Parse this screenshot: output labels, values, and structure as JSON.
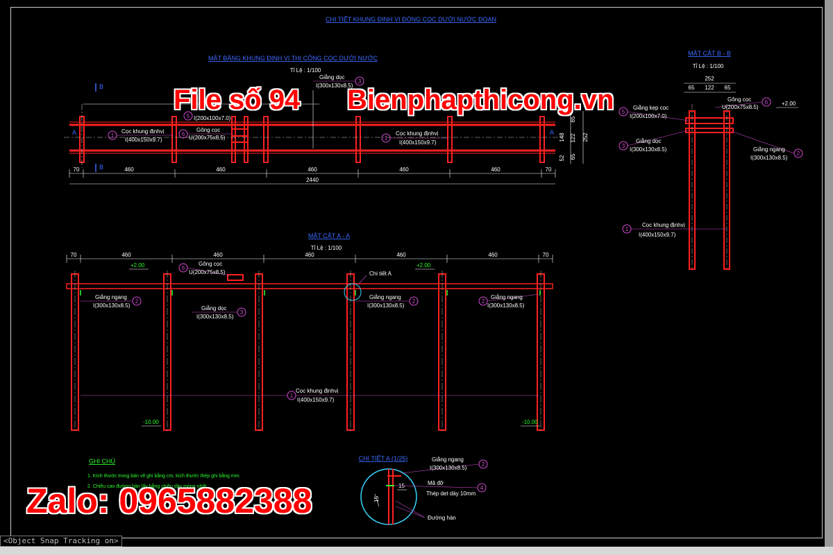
{
  "drawing": {
    "main_title": "CHI TIẾT KHUNG ĐỊNH VỊ ĐÓNG CỌC DƯỚI NƯỚC ĐOẠN",
    "plan": {
      "title": "MẶT BẰNG KHUNG ĐỊNH VỊ THI CÔNG CỌC DƯỚI NƯỚC",
      "scale": "Tỉ Lệ : 1/100",
      "dims": [
        "70",
        "460",
        "460",
        "460",
        "460",
        "460",
        "70"
      ],
      "total": "2440",
      "side_dims": [
        "65",
        "122",
        "65",
        "148",
        "252",
        "52"
      ],
      "labels": {
        "frame_name": "Cọc khung địnhvị",
        "frame_spec": "I(400x150x9.7)",
        "frame_name_2": "Cọc khung địnhvị",
        "frame_spec_2": "I(400x150x9.7)",
        "long_brace_name": "Giằng dọc",
        "long_brace_spec": "I(300x130x8.5)",
        "clamp_spec": "I(200x100x7.0)",
        "pile_brace_name": "Gông cọc",
        "pile_brace_spec": "U(200x75x8.5)"
      },
      "section_marks": {
        "a_left": "A",
        "a_right": "A",
        "b_top": "B",
        "b_bottom": "B"
      }
    },
    "section_bb": {
      "title": "MẶT CẮT B - B",
      "scale": "Tỉ Lệ : 1/100",
      "dims": [
        "252",
        "65",
        "122",
        "65"
      ],
      "elevation": "+2.00",
      "labels": {
        "clamp_name": "Giằng kẹp cọc",
        "clamp_spec": "I(200x100x7.0)",
        "long_brace_name": "Giằng dọc",
        "long_brace_spec": "I(300x130x8.5)",
        "pile_brace_name": "Gông cọc",
        "pile_brace_spec": "U(200x75x8.5)",
        "cross_brace_name": "Giằng ngang",
        "cross_brace_spec": "I(300x130x8.5)",
        "frame_name": "Cọc khung địnhvị",
        "frame_spec": "I(400x150x9.7)"
      }
    },
    "section_aa": {
      "title": "MẶT CẮT A - A",
      "scale": "Tỉ Lệ : 1/100",
      "dims": [
        "70",
        "460",
        "460",
        "460",
        "460",
        "460",
        "70"
      ],
      "elevations": {
        "top_left": "+2.00",
        "top_right": "+2.00",
        "bottom_left": "-10.00",
        "bottom_right": "-10.00"
      },
      "labels": {
        "pile_brace_name": "Gông cọc",
        "pile_brace_spec": "U(200x75x8.5)",
        "cross_brace_name_1": "Giằng ngang",
        "cross_brace_spec_1": "I(300x130x8.5)",
        "long_brace_name": "Giằng dọc",
        "long_brace_spec": "I(300x130x8.5)",
        "detail_ref": "Chi tiết A",
        "cross_brace_name_2": "Giằng ngang",
        "cross_brace_spec_2": "I(300x130x8.5)",
        "cross_brace_name_3": "Giằng ngang",
        "cross_brace_spec_3": "I(300x130x8.5)",
        "frame_name": "Cọc khung địnhvị",
        "frame_spec": "I(400x150x9.7)"
      }
    },
    "notes": {
      "title": "GHI CHÚ",
      "items": [
        "1. Kích thước trong bản vẽ ghi bằng cm, kích thước thép ghi bằng mm.",
        "2. Chiều cao đường hàn lấy bằng chiều dày mỏng nhất."
      ]
    },
    "detail_a": {
      "title": "CHI TIẾT A (1/25)",
      "labels": {
        "brace_name": "Giằng ngang",
        "brace_spec": "I(300x130x8.5)",
        "wedge": "Mã đỡ",
        "plate": "Thép dẹt dày 10mm",
        "weld": "Đường hàn"
      },
      "dims": [
        "15",
        "15"
      ]
    }
  },
  "watermarks": {
    "file": "File số 94",
    "site": "Bienphapthicong.vn",
    "zalo": "Zalo: 0965882388"
  },
  "status": {
    "text": "<Object Snap Tracking on>"
  }
}
